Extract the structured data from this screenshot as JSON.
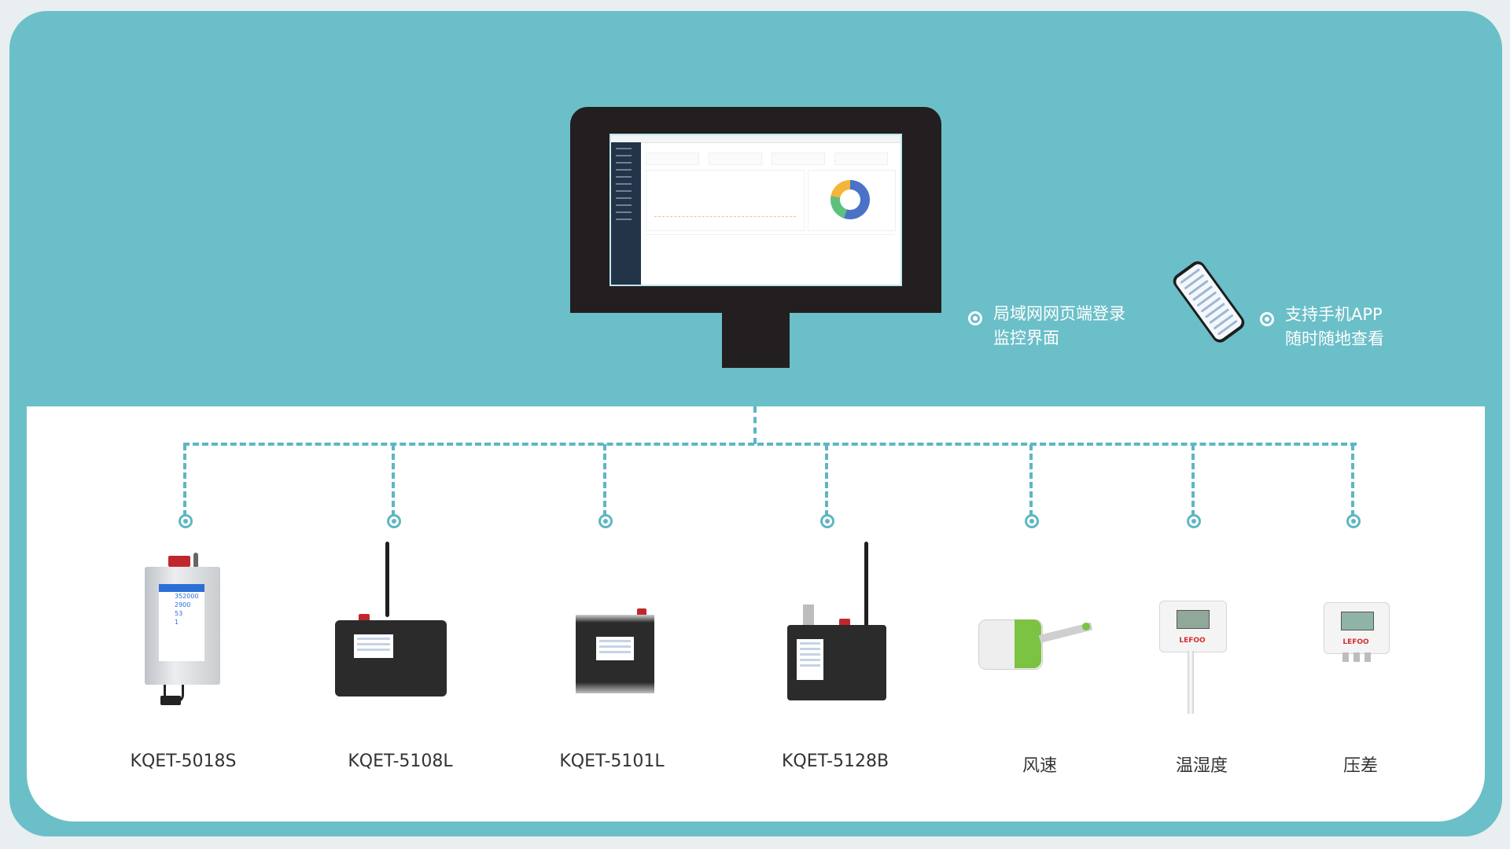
{
  "features": {
    "web": {
      "line1": "局域网网页端登录",
      "line2": "监控界面"
    },
    "app": {
      "line1": "支持手机APP",
      "line2": "随时随地查看"
    }
  },
  "devices": [
    {
      "label": "KQET-5018S"
    },
    {
      "label": "KQET-5108L"
    },
    {
      "label": "KQET-5101L"
    },
    {
      "label": "KQET-5128B"
    },
    {
      "label": "风速"
    },
    {
      "label": "温湿度"
    },
    {
      "label": "压差"
    }
  ],
  "device_text": {
    "lcd_5018s": [
      "352000",
      "2900",
      "53",
      "1"
    ],
    "logo": "LEFOO"
  },
  "colors": {
    "teal_background": "#6bbfc8",
    "connector": "#5db7c2",
    "panel": "#ffffff",
    "device_body_dark": "#2b2b2b"
  }
}
